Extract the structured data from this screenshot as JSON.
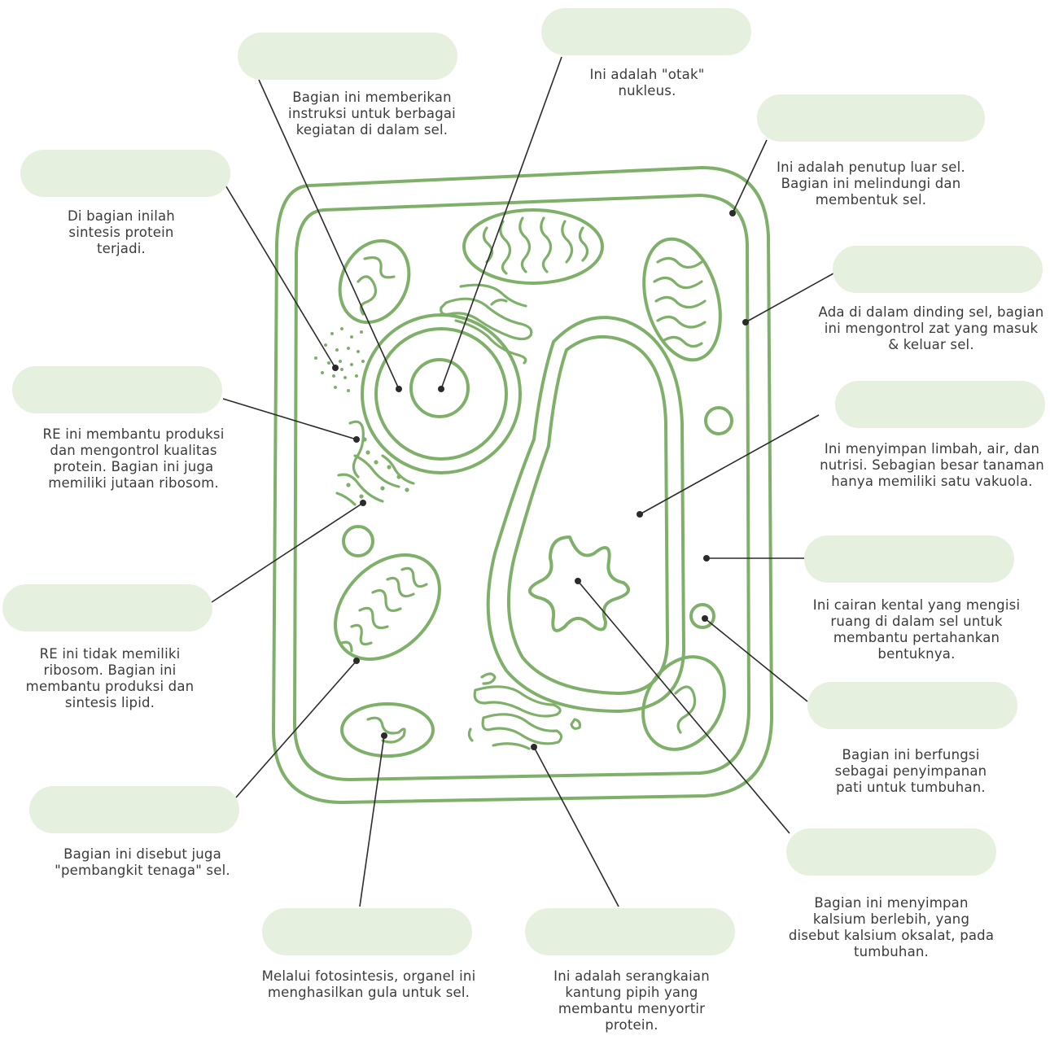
{
  "descriptions": {
    "nucleolus": "Bagian ini memberikan instruksi untuk berbagai kegiatan di dalam sel.",
    "nucleus": "Ini adalah \"otak\" nukleus.",
    "cell_wall": "Ini adalah penutup luar sel. Bagian ini melindungi dan membentuk sel.",
    "ribosome": "Di bagian inilah sintesis protein terjadi.",
    "cell_membrane": "Ada di dalam dinding sel, bagian ini mengontrol zat yang masuk & keluar sel.",
    "vacuole": "Ini menyimpan limbah, air, dan nutrisi. Sebagian besar tanaman hanya memiliki satu vakuola.",
    "rough_er": "RE ini membantu produksi dan mengontrol kualitas protein. Bagian ini juga memiliki jutaan ribosom.",
    "cytoplasm": "Ini cairan kental yang mengisi ruang di dalam sel untuk membantu pertahankan bentuknya.",
    "smooth_er": "RE ini tidak memiliki ribosom. Bagian ini membantu produksi dan sintesis lipid.",
    "amyloplast": "Bagian ini berfungsi sebagai penyimpanan pati untuk tumbuhan.",
    "mitochondria": "Bagian ini disebut juga \"pembangkit tenaga\" sel.",
    "raphide_crystal": "Bagian ini menyimpan kalsium berlebih, yang disebut kalsium oksalat, pada tumbuhan.",
    "chloroplast": "Melalui fotosintesis, organel ini menghasilkan gula untuk sel.",
    "golgi": "Ini adalah serangkaian kantung pipih yang membantu menyortir protein."
  },
  "colors": {
    "cell_stroke": "#7fb06a",
    "label_box_fill": "#e6f0df",
    "leader_line": "#2b2b2b",
    "text": "#3b3b3b"
  }
}
